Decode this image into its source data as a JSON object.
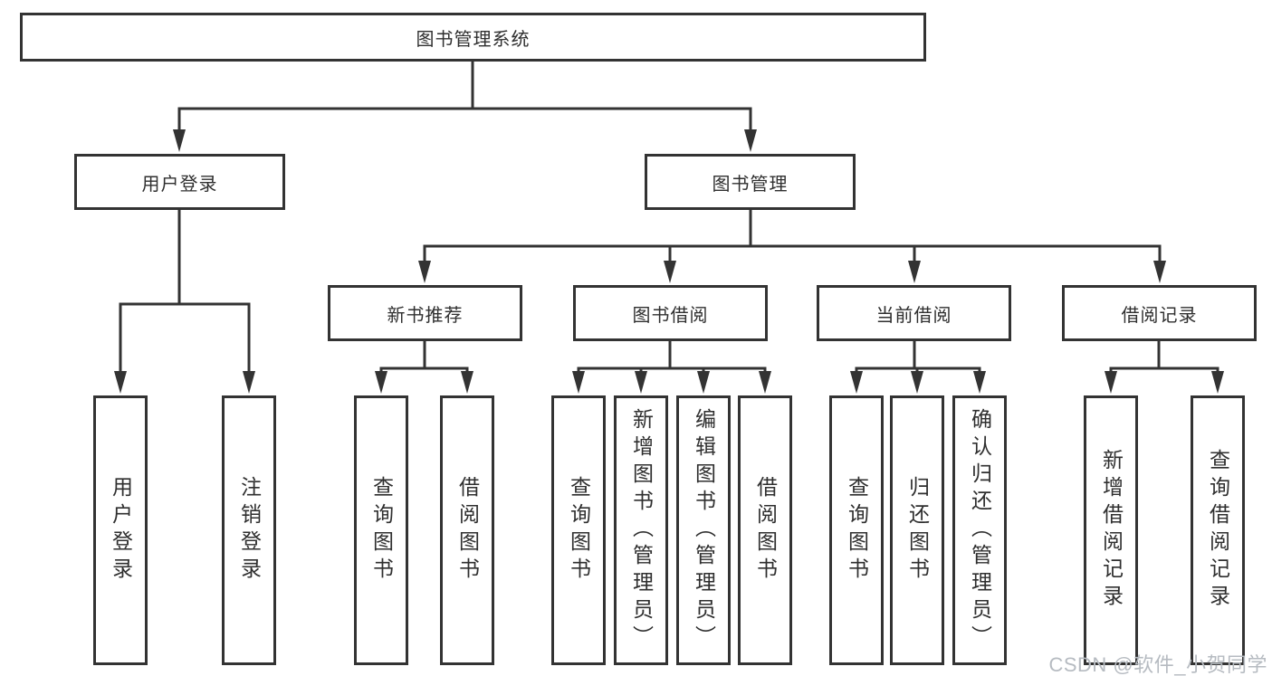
{
  "diagram": {
    "root": {
      "label": "图书管理系统",
      "children": [
        {
          "label": "用户登录",
          "children": [
            {
              "label": "用户登录"
            },
            {
              "label": "注销登录"
            }
          ]
        },
        {
          "label": "图书管理",
          "children": [
            {
              "label": "新书推荐",
              "children": [
                {
                  "label": "查询图书"
                },
                {
                  "label": "借阅图书"
                }
              ]
            },
            {
              "label": "图书借阅",
              "children": [
                {
                  "label": "查询图书"
                },
                {
                  "label": "新增图书（管理员）"
                },
                {
                  "label": "编辑图书（管理员）"
                },
                {
                  "label": "借阅图书"
                }
              ]
            },
            {
              "label": "当前借阅",
              "children": [
                {
                  "label": "查询图书"
                },
                {
                  "label": "归还图书"
                },
                {
                  "label": "确认归还（管理员）"
                }
              ]
            },
            {
              "label": "借阅记录",
              "children": [
                {
                  "label": "新增借阅记录"
                },
                {
                  "label": "查询借阅记录"
                }
              ]
            }
          ]
        }
      ]
    }
  },
  "colors": {
    "line": "#333333",
    "text": "#2f2f2f",
    "background": "#ffffff",
    "watermark": "#b6bbc1"
  },
  "watermark": {
    "text": "CSDN @软件_小贺同学"
  }
}
